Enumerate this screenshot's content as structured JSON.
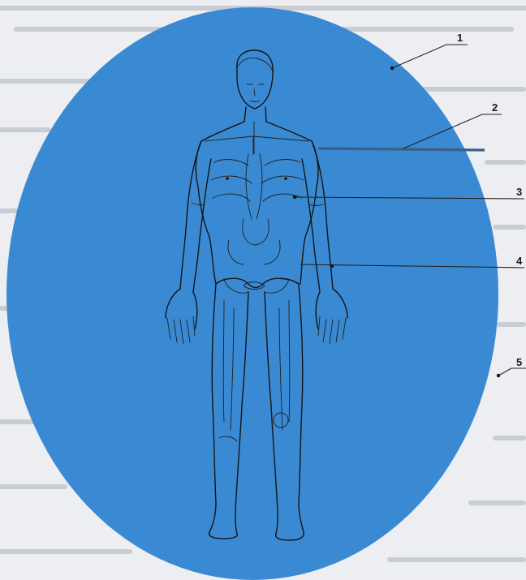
{
  "diagram": {
    "labels": [
      {
        "id": "1",
        "text": "1"
      },
      {
        "id": "2",
        "text": "2"
      },
      {
        "id": "3",
        "text": "3"
      },
      {
        "id": "4",
        "text": "4"
      },
      {
        "id": "5",
        "text": "5"
      }
    ],
    "colors": {
      "ellipse": "#3a8ad3",
      "background": "#eceef1",
      "pointer_line_2": "#3b5f87",
      "ink": "#141414"
    }
  }
}
